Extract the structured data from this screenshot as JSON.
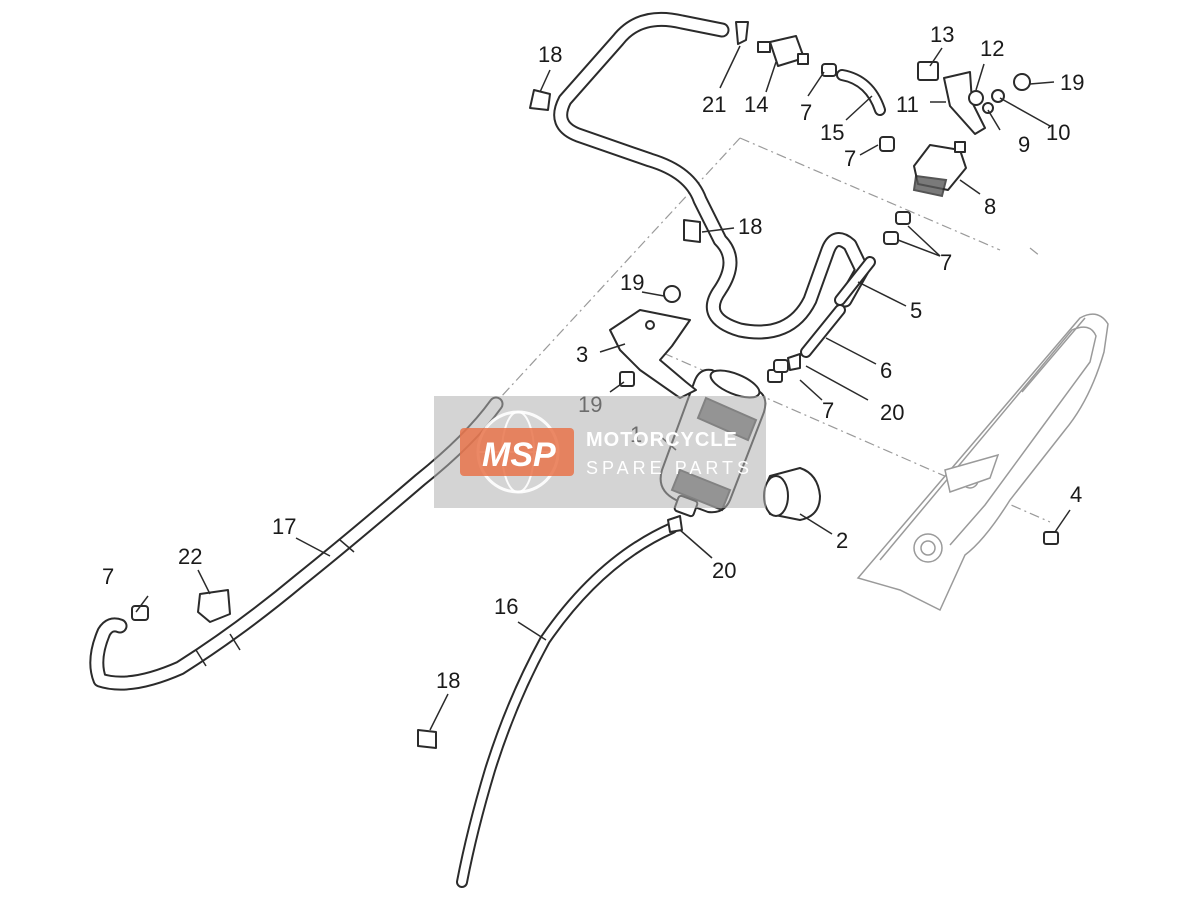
{
  "diagram": {
    "callouts": {
      "c1": "1",
      "c2": "2",
      "c3": "3",
      "c4": "4",
      "c5": "5",
      "c6": "6",
      "c7a": "7",
      "c7b": "7",
      "c7c": "7",
      "c7d": "7",
      "c7e": "7",
      "c8": "8",
      "c9": "9",
      "c10": "10",
      "c11": "11",
      "c12": "12",
      "c13": "13",
      "c14": "14",
      "c15": "15",
      "c16": "16",
      "c17": "17",
      "c18a": "18",
      "c18b": "18",
      "c18c": "18",
      "c19a": "19",
      "c19b": "19",
      "c19c": "19",
      "c20a": "20",
      "c20b": "20",
      "c21": "21",
      "c22": "22"
    },
    "watermark": {
      "logo": "MSP",
      "line1": "MOTORCYCLE",
      "line2": "SPARE PARTS",
      "color": "#e8734a"
    }
  }
}
